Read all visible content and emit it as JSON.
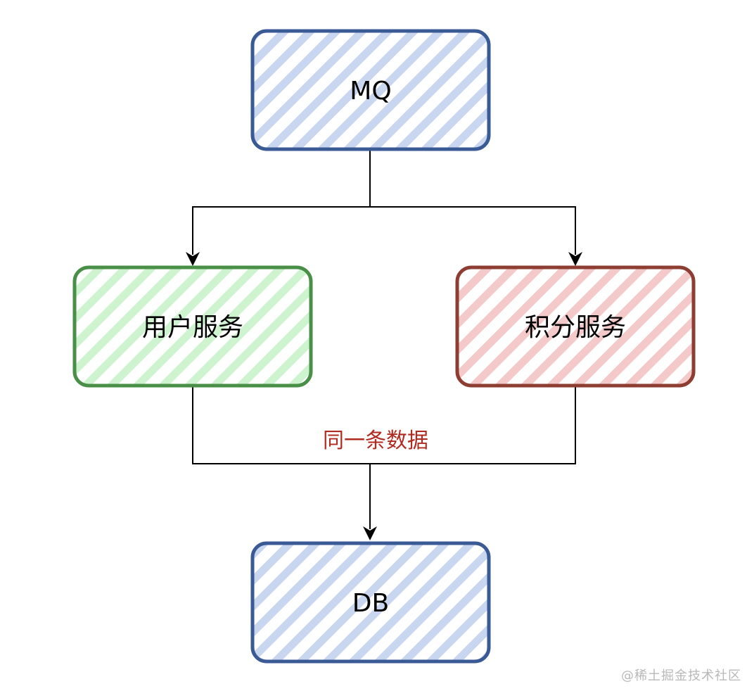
{
  "nodes": {
    "mq": {
      "label": "MQ",
      "stroke": "#3a5a95",
      "hatch": "#c9d6f0"
    },
    "user_service": {
      "label": "用户服务",
      "stroke": "#4a8f47",
      "hatch": "#cdf3cf"
    },
    "points_service": {
      "label": "积分服务",
      "stroke": "#8e3d32",
      "hatch": "#f4c9c9"
    },
    "db": {
      "label": "DB",
      "stroke": "#3a5a95",
      "hatch": "#c9d6f0"
    }
  },
  "edge_label": {
    "text": "同一条数据",
    "color": "#b02a1f"
  },
  "connector_color": "#000000",
  "watermark": "@稀土掘金技术社区"
}
